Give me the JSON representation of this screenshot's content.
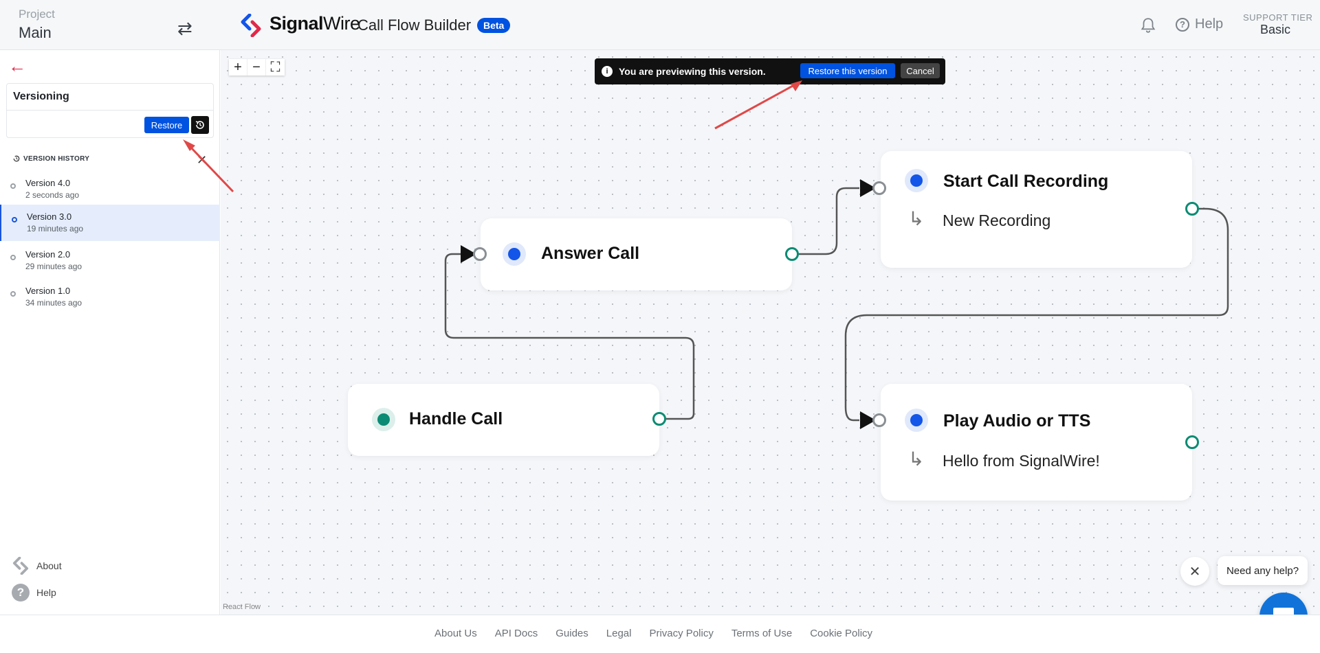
{
  "header": {
    "project_label": "Project",
    "project_name": "Main",
    "brand_name_bold": "Signal",
    "brand_name_rest": "Wire",
    "product_name": "Call Flow Builder",
    "beta_badge": "Beta",
    "help_label": "Help",
    "support_tier_label": "SUPPORT TIER",
    "support_tier_value": "Basic"
  },
  "sidebar": {
    "versioning_title": "Versioning",
    "restore_label": "Restore",
    "version_history_label": "VERSION HISTORY",
    "versions": [
      {
        "name": "Version 4.0",
        "time": "2 seconds ago",
        "active": false
      },
      {
        "name": "Version 3.0",
        "time": "19 minutes ago",
        "active": true
      },
      {
        "name": "Version 2.0",
        "time": "29 minutes ago",
        "active": false
      },
      {
        "name": "Version 1.0",
        "time": "34 minutes ago",
        "active": false
      }
    ],
    "about_label": "About",
    "help_label": "Help"
  },
  "canvas": {
    "preview_message": "You are previewing this version.",
    "restore_version_label": "Restore this version",
    "cancel_label": "Cancel",
    "attribution": "React Flow",
    "nodes": {
      "answer_call": {
        "title": "Answer Call"
      },
      "start_recording": {
        "title": "Start Call Recording",
        "subtitle": "New Recording"
      },
      "handle_call": {
        "title": "Handle Call"
      },
      "play_audio": {
        "title": "Play Audio or TTS",
        "subtitle": "Hello from SignalWire!"
      }
    }
  },
  "help_widget": {
    "bubble_text": "Need any help?"
  },
  "footer": {
    "links": [
      "About Us",
      "API Docs",
      "Guides",
      "Legal",
      "Privacy Policy",
      "Terms of Use",
      "Cookie Policy"
    ]
  },
  "colors": {
    "accent_blue": "#0052e0",
    "node_blue": "#1355e8",
    "node_green": "#0b8b73",
    "brand_red": "#e0294a",
    "annotation_red": "#e04848"
  }
}
